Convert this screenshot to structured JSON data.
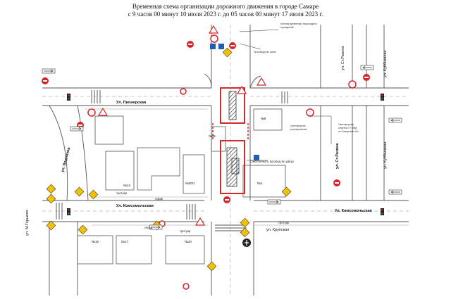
{
  "title": {
    "line1": "Временная схема организации дорожного движения в городе Самаре",
    "line2": "с 9 часов 00 минут 10 июля 2023 г. до 05 часов 00 минут 17 июля 2023 г."
  },
  "streets": {
    "pionerskaya": "Ул. Пионерская",
    "komsomolskaya_west": "Ул. Комсомольская",
    "komsomolskaya_east": "Ул. Комсомольская",
    "volzhsky": "ул. Водников",
    "kuibysheva_top": "ул. Куйбышева",
    "kuibysheva_mid": "ул. Куйбышева",
    "st_razina_top": "ул. Ст.Разина",
    "st_razina_mid": "ул. Ст.Разина",
    "krupskaya": "ул. Крупская",
    "m_gorkogo": "ул. М.Горького"
  },
  "labels": {
    "trotuar_1": "тротуар",
    "trotuar_2": "тротуар",
    "trotuar_3": "тротуар",
    "sklad": "склад",
    "garage": "гараж",
    "sidewalk_ok": "Обеспечить проезд во двор"
  },
  "buildings": {
    "n12": "№12",
    "n30_1": "№30/1",
    "n26": "№26",
    "n8": "№8",
    "n15": "№15",
    "n17": "№17",
    "n20": "№20",
    "n1": "№1"
  },
  "notes": {
    "top_center_1": "Монтаж временных пешеходных",
    "top_center_2": "ограждений",
    "top_center_3": "Производство работ",
    "right_1": "Светофорное",
    "right_2": "регулирование",
    "far_right_1": "Светофорные",
    "far_right_2": "объекты ГУ МВД",
    "far_right_3": "по Самарской обл."
  },
  "colors": {
    "road_line": "#555555",
    "work_zone": "#d22b2b",
    "sign_yellow": "#f2c200",
    "sign_red": "#d6242a",
    "sign_blue": "#1f5fb0",
    "hatch": "#444444"
  }
}
